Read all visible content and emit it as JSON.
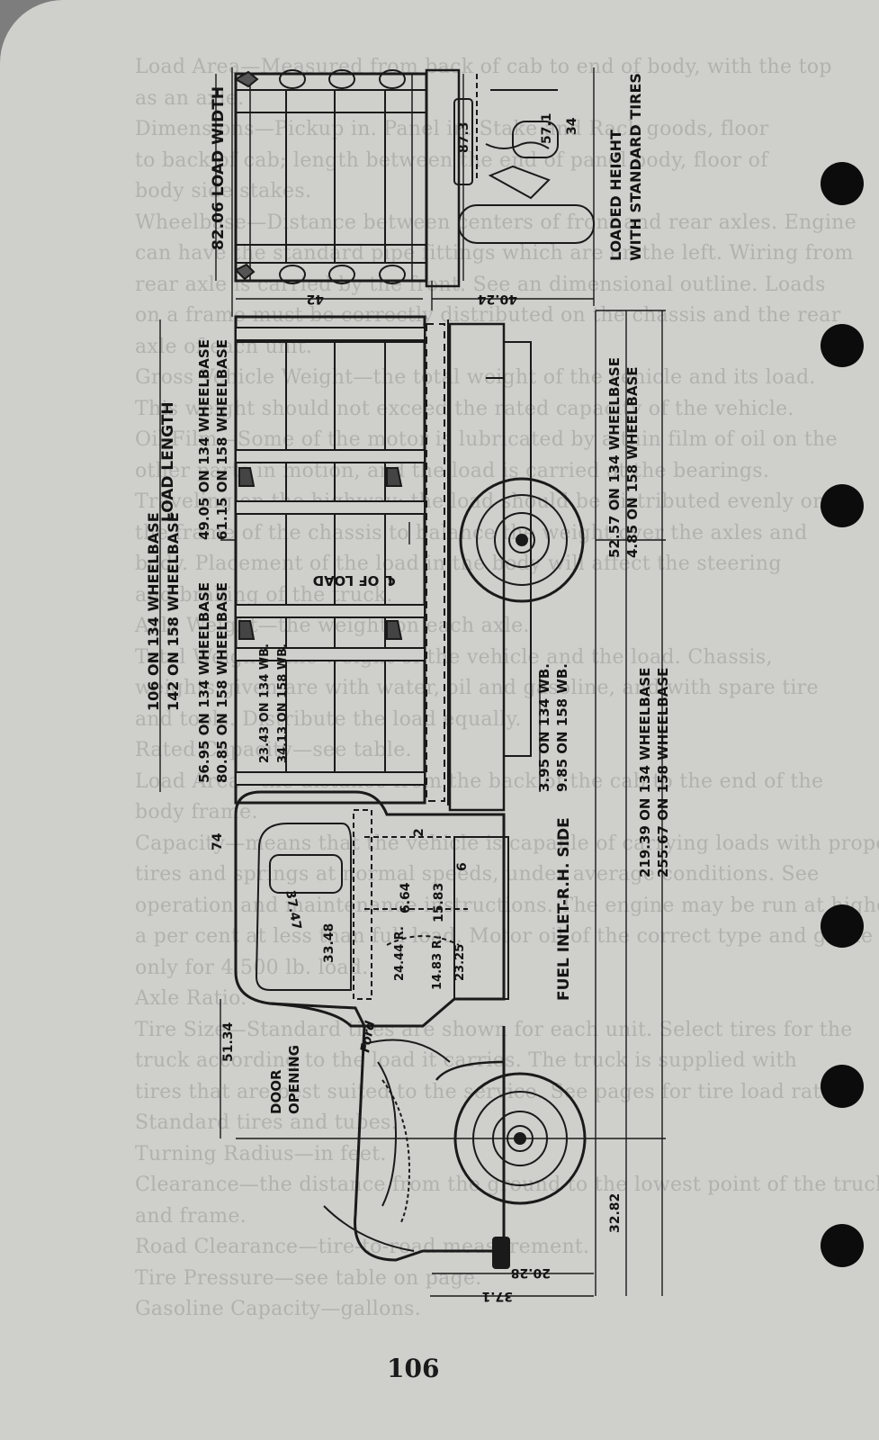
{
  "page": {
    "number": "106",
    "binder_holes": 6
  },
  "drawing": {
    "labels": {
      "load_width": "82.06 LOAD WIDTH",
      "loaded_height_1": "LOADED HEIGHT",
      "loaded_height_2": "WITH STANDARD TIRES",
      "load_length": "LOAD LENGTH",
      "load_len_1": "106 ON 134 WHEELBASE",
      "load_len_2": "142 ON 158 WHEELBASE",
      "seg1_1": "56.95 ON 134 WHEELBASE",
      "seg1_2": "80.85 ON 158 WHEELBASE",
      "seg2_1": "49.05 ON 134 WHEELBASE",
      "seg2_2": "61.15 ON 158 WHEELBASE",
      "inner_1": "23.43 ON 134 WB.",
      "inner_2": "34.13 ON 158 WB.",
      "cl_load": "℄ OF LOAD",
      "rear_axle_1": "3.95 ON 134 WB.",
      "rear_axle_2": "9.85 ON 158 WB.",
      "overhang_1": "52.57 ON 134 WHEELBASE",
      "overhang_2": "4.85 ON 158 WHEELBASE",
      "overall_1": "219.39 ON 134 WHEELBASE",
      "overall_2": "255.67 ON 158 WHEELBASE",
      "fuel_inlet": "FUEL INLET-R.H. SIDE",
      "door_opening_1": "DOOR",
      "door_opening_2": "OPENING",
      "brand": "Ford",
      "d_87_3": "87.3",
      "d_57_1": "57.1",
      "d_34": "34",
      "d_42": "42",
      "d_40_24": "40.24",
      "d_74": "74",
      "d_37_47": "37.47",
      "d_33_48": "33.48",
      "d_2": "2",
      "d_6": "6",
      "d_6_64": "6.64",
      "d_15_83": "15.83",
      "d_24_44": "24.44 R.",
      "d_14_83": "14.83 R.",
      "d_23_25": "23.25",
      "d_51_34": "51.34",
      "d_32_82": "32.82",
      "d_20_28": "20.28",
      "d_37_1": "37.1"
    }
  },
  "bleed_through": [
    "Load Area—Measured from back of cab to end of body, with the top",
    "as an axle.",
    "Dimensions—Pickup in. Panel in. Stake and Rack goods, floor",
    "to back of cab; length between the end of panel body, floor of",
    "body side stakes.",
    "Wheelbase—Distance between centers of front and rear axles. Engine",
    "can have the standard pipe fittings which are on the left. Wiring from",
    "rear axle is carried by the front. See an dimensional outline. Loads",
    "on a frame must be correctly distributed on the chassis and the rear",
    "axle of each unit.",
    "Gross Vehicle Weight—the total weight of the vehicle and its load.",
    "This weight should not exceed the rated capacity of the vehicle.",
    "Oil Film—Some of the motor is lubricated by a thin film of oil on the",
    "other parts in motion, and the load is carried at the bearings.",
    "Traveling on the highway; the load should be distributed evenly on",
    "the frame of the chassis to balance the weight over the axles and",
    "body. Placement of the load in the body will affect the steering",
    "and braking of the truck.",
    "Axle Weight—the weight on each axle.",
    "Total Weight—the weight of the vehicle and the load. Chassis,",
    "weights given are with water, oil and gasoline, and with spare tire",
    "and tools. Distribute the load equally.",
    "Rated Capacity—see table.",
    "Load Area—the distance from the back of the cab to the end of the",
    "body frame.",
    "Capacity—means that the vehicle is capable of carrying loads with proper",
    "tires and springs at normal speeds, under average conditions. See",
    "operation and maintenance instructions. The engine may be run at higher speeds",
    "a per cent at less than full load. Motor oil of the correct type and grade",
    "only for 4,500 lb. load.",
    "Axle Ratio.",
    "Tire Size—Standard tires are shown for each unit. Select tires for the",
    "truck according to the load it carries. The truck is supplied with",
    "tires that are best suited to the service. See pages for tire load rating.",
    "Standard tires and tubes.",
    "Turning Radius—in feet.",
    "Clearance—the distance from the ground to the lowest point of the truck",
    "and frame.",
    "Road Clearance—tire-to-road measurement.",
    "Tire Pressure—see table on page.",
    "Gasoline Capacity—gallons."
  ]
}
